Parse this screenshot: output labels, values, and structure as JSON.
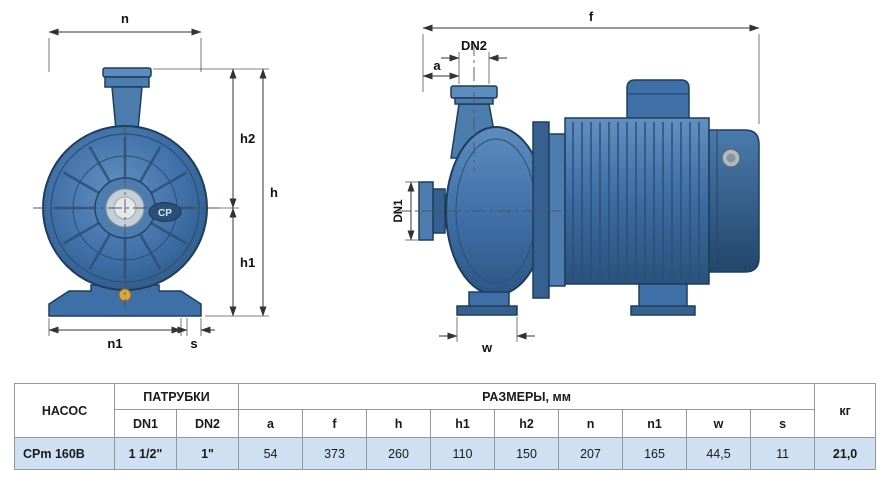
{
  "colors": {
    "pump_blue": "#3e6fa6",
    "pump_blue_dark": "#2a527c",
    "pump_blue_light": "#6290c2",
    "outline": "#1e3d5c",
    "dim_line": "#333333",
    "row_highlight": "#cfe0f2",
    "bolt_gold": "#d9a541"
  },
  "front_view": {
    "logo": "CP",
    "dims": {
      "n": "n",
      "h2": "h2",
      "h": "h",
      "h1": "h1",
      "n1": "n1",
      "s": "s"
    }
  },
  "side_view": {
    "dims": {
      "f": "f",
      "DN2": "DN2",
      "a": "a",
      "DN1": "DN1",
      "w": "w"
    }
  },
  "table": {
    "header": {
      "pump": "НАСОС",
      "connections": "ПАТРУБКИ",
      "dimensions": "РАЗМЕРЫ, мм",
      "weight": "кг",
      "sub": [
        "DN1",
        "DN2",
        "a",
        "f",
        "h",
        "h1",
        "h2",
        "n",
        "n1",
        "w",
        "s"
      ]
    },
    "rows": [
      {
        "model": "CPm 160B",
        "dn1": "1 1/2\"",
        "dn2": "1\"",
        "values": [
          "54",
          "373",
          "260",
          "110",
          "150",
          "207",
          "165",
          "44,5",
          "11"
        ],
        "weight": "21,0"
      }
    ]
  }
}
